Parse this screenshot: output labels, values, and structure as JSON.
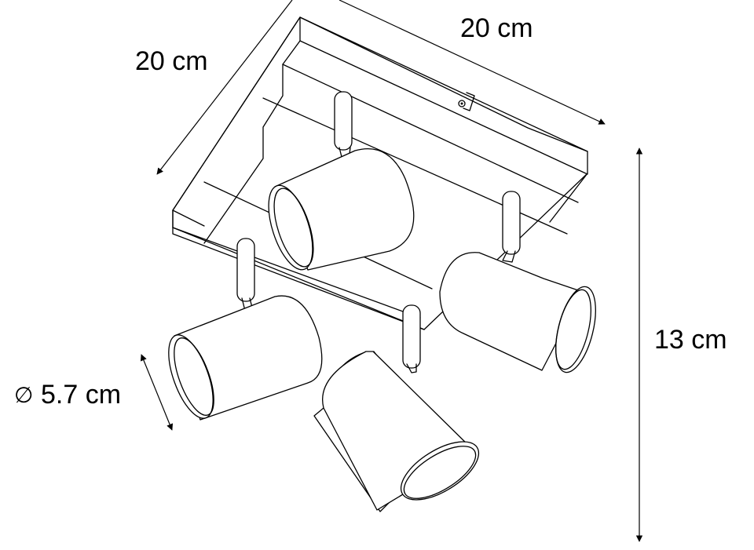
{
  "diagram": {
    "subject": "Square ceiling spotlight with 4 adjustable cylindrical spots",
    "dimensions": {
      "width_top": {
        "label": "20 cm"
      },
      "depth_left": {
        "label": "20 cm"
      },
      "height": {
        "label": "13 cm"
      },
      "spot_diameter": {
        "symbol": "∅",
        "label": "5.7 cm"
      }
    },
    "colors": {
      "line": "#000000",
      "background": "#ffffff"
    },
    "spots": [
      {
        "name": "spot-back"
      },
      {
        "name": "spot-right"
      },
      {
        "name": "spot-left"
      },
      {
        "name": "spot-front"
      }
    ]
  }
}
